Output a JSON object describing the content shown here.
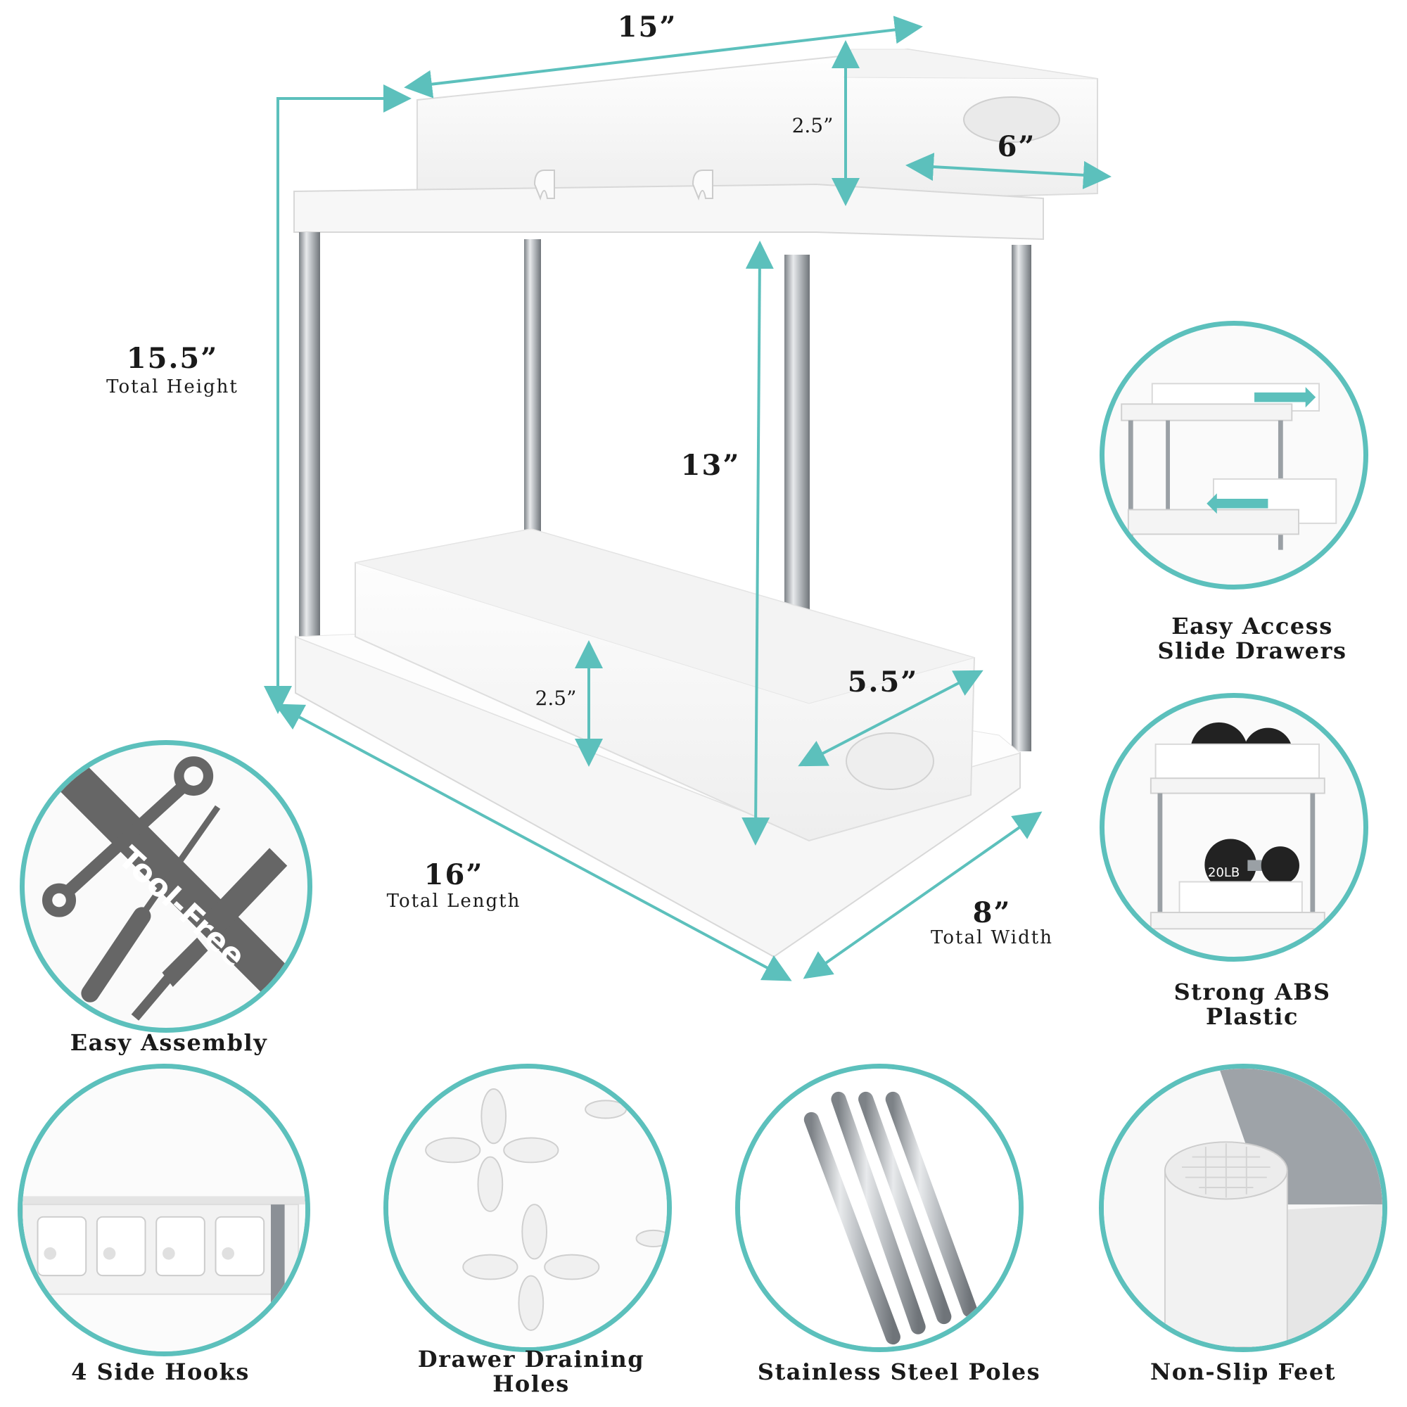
{
  "colors": {
    "accent": "#5cc0bc",
    "steel": "#a9adb1",
    "tool_gray": "#666666"
  },
  "dimensions": {
    "top_length": "15”",
    "top_height": "2.5”",
    "top_width": "6”",
    "total_height_value": "15.5”",
    "total_height_label": "Total Height",
    "inner_height": "13”",
    "drawer_height": "2.5”",
    "drawer_width": "5.5”",
    "total_length_value": "16”",
    "total_length_label": "Total Length",
    "total_width_value": "8”",
    "total_width_label": "Total Width"
  },
  "features": {
    "slide": {
      "line1": "Easy Access",
      "line2": "Slide Drawers"
    },
    "abs": {
      "line1": "Strong ABS",
      "line2": "Plastic",
      "weight_text": "20LB"
    },
    "assembly": {
      "label": "Easy Assembly",
      "tool_text": "Tool-Free"
    },
    "hooks": {
      "label": "4 Side Hooks"
    },
    "holes": {
      "line1": "Drawer Draining",
      "line2": "Holes"
    },
    "poles": {
      "label": "Stainless Steel Poles"
    },
    "feet": {
      "label": "Non-Slip Feet"
    }
  }
}
